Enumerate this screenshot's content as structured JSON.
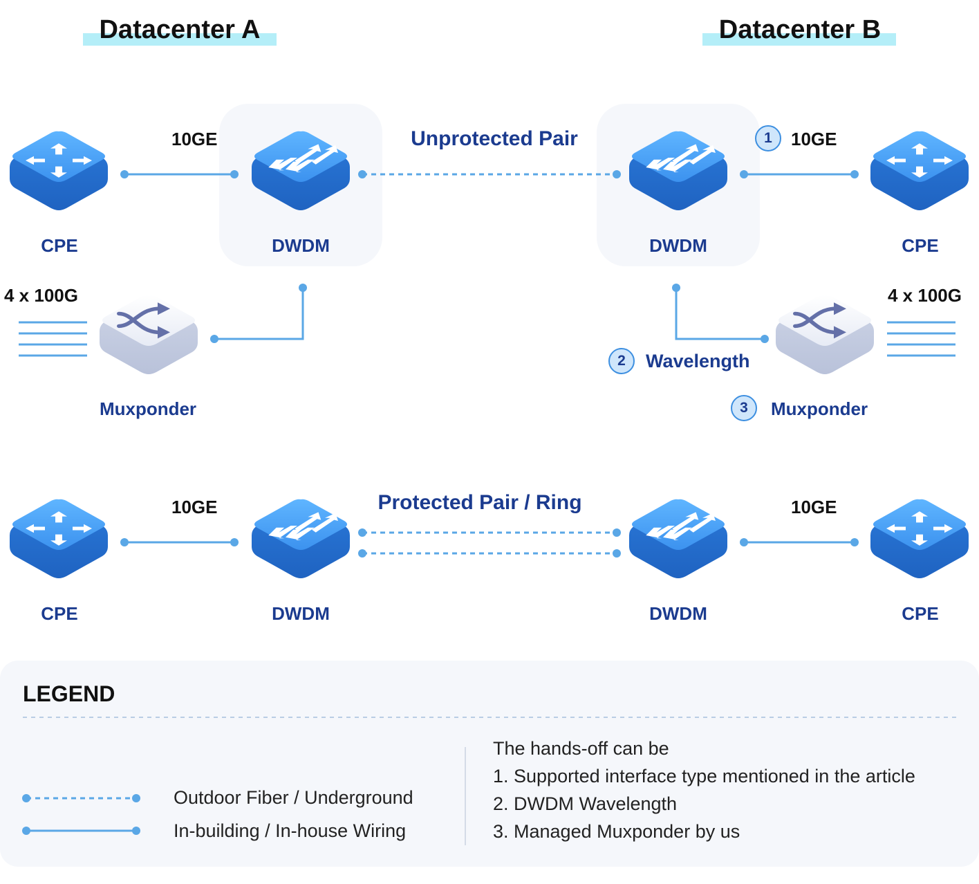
{
  "colors": {
    "accent": "#3d8fe0",
    "link": "#5aa7e6",
    "title_navy": "#1b3b8f",
    "dc_highlight": "#b4eef8",
    "panel_bg": "#f5f7fb",
    "node_blue": "#3f95ee",
    "node_white": "#e9edf6"
  },
  "datacenters": [
    {
      "title": "Datacenter A"
    },
    {
      "title": "Datacenter B"
    }
  ],
  "unprotected": {
    "title": "Unprotected Pair",
    "left_cpe": "CPE",
    "left_dwdm": "DWDM",
    "right_dwdm": "DWDM",
    "right_cpe": "CPE",
    "left_port": "10GE",
    "right_port": "10GE",
    "right_port_badge": "1",
    "left_mux": "Muxponder",
    "left_mux_rate": "4 x 100G",
    "right_mux": "Muxponder",
    "right_mux_badge": "3",
    "right_mux_rate": "4 x 100G",
    "wavelength_label": "Wavelength",
    "wavelength_badge": "2"
  },
  "protected": {
    "title": "Protected Pair / Ring",
    "left_cpe": "CPE",
    "left_dwdm": "DWDM",
    "right_dwdm": "DWDM",
    "right_cpe": "CPE",
    "left_port": "10GE",
    "right_port": "10GE"
  },
  "icons": {
    "cpe": "router-icon",
    "dwdm": "switch-arrows-icon",
    "muxponder": "crossing-arrows-icon"
  },
  "legend": {
    "title": "LEGEND",
    "items": [
      {
        "style": "dashed",
        "label": "Outdoor Fiber / Underground"
      },
      {
        "style": "solid",
        "label": "In-building / In-house Wiring"
      }
    ],
    "handoff_title": "The hands-off can be",
    "handoff_items": [
      "1. Supported interface type mentioned in the article",
      "2. DWDM Wavelength",
      "3. Managed Muxponder by us"
    ]
  }
}
